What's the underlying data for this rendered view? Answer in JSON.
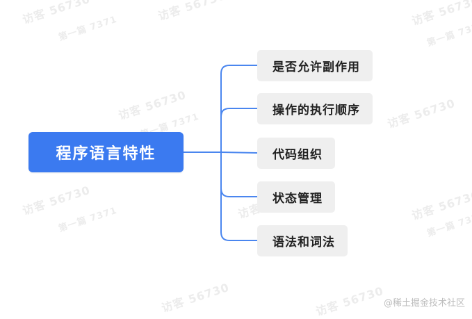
{
  "diagram": {
    "root": {
      "label": "程序语言特性",
      "color": "#3b7af0"
    },
    "children": [
      {
        "label": "是否允许副作用"
      },
      {
        "label": "操作的执行顺序"
      },
      {
        "label": "代码组织"
      },
      {
        "label": "状态管理"
      },
      {
        "label": "语法和词法"
      }
    ],
    "connector_color": "#4a86ef",
    "node_background": "#efefef"
  },
  "watermark": {
    "visits": "访客 56730",
    "page": "第一篇 7371"
  },
  "footer": {
    "source_mark": "@稀土掘金技术社区"
  }
}
